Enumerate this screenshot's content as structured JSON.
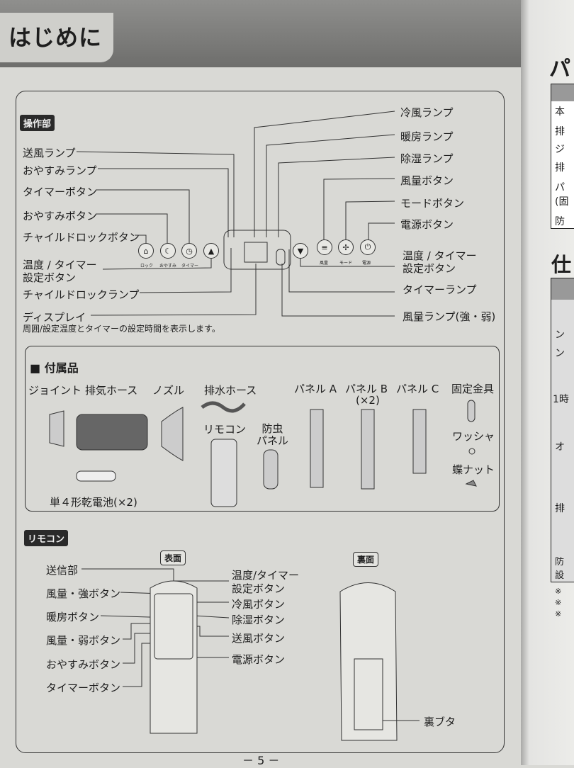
{
  "header": {
    "title": "はじめに"
  },
  "right_page": {
    "heading1": "パ",
    "rows1": [
      "本",
      "排",
      "ジ",
      "排",
      "パ(固",
      "防"
    ],
    "heading2": "仕",
    "rows2": [
      "ン",
      "ン",
      "1時",
      "オ",
      "排",
      "防設"
    ],
    "notes": [
      "※",
      "※",
      "※"
    ]
  },
  "control_panel": {
    "tag": "操作部",
    "left_labels": [
      "送風ランプ",
      "おやすみランプ",
      "タイマーボタン",
      "おやすみボタン",
      "チャイルドロックボタン",
      "温度 / タイマー\n設定ボタン",
      "チャイルドロックランプ",
      "ディスプレイ"
    ],
    "display_note": "周囲/設定温度とタイマーの設定時間を表示します。",
    "right_labels": [
      "冷風ランプ",
      "暖房ランプ",
      "除湿ランプ",
      "風量ボタン",
      "モードボタン",
      "電源ボタン",
      "温度 / タイマー\n設定ボタン",
      "タイマーランプ",
      "風量ランプ(強・弱)"
    ],
    "button_captions": [
      "ロック",
      "おやすみ",
      "タイマー",
      "風量",
      "モード",
      "電源"
    ],
    "icons": [
      "lock-icon",
      "moon-icon",
      "timer-icon",
      "up-triangle-icon",
      "down-triangle-icon",
      "fan-speed-icon",
      "fan-icon",
      "power-icon"
    ]
  },
  "accessories": {
    "title": "付属品",
    "items": [
      "ジョイント",
      "排気ホース",
      "ノズル",
      "排水ホース",
      "パネル A",
      "パネル B",
      "パネル C",
      "固定金具",
      "リモコン",
      "防虫\nパネル",
      "ワッシャ",
      "蝶ナット",
      "単４形乾電池(×2)"
    ],
    "panel_b_qty": "(×2)"
  },
  "remote": {
    "tag": "リモコン",
    "front": "表面",
    "back": "裏面",
    "left_labels": [
      "送信部",
      "風量・強ボタン",
      "暖房ボタン",
      "風量・弱ボタン",
      "おやすみボタン",
      "タイマーボタン"
    ],
    "right_labels": [
      "温度/タイマー\n設定ボタン",
      "冷風ボタン",
      "除湿ボタン",
      "送風ボタン",
      "電源ボタン"
    ],
    "back_label": "裏ブタ"
  },
  "page_number": "－ 5 －"
}
